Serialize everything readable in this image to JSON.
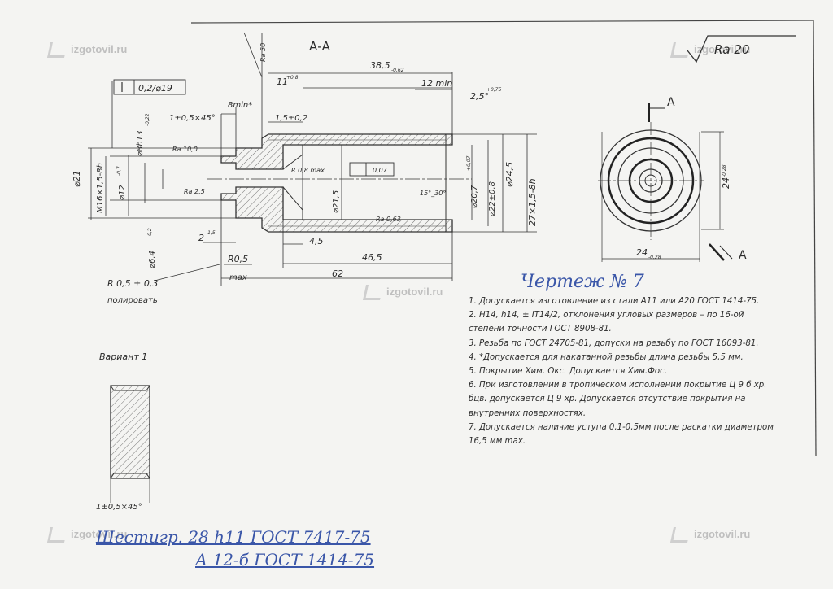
{
  "watermark": "izgotovil.ru",
  "section_label": "А-А",
  "roughness_label": "Ra 20",
  "view_arrow_label": "А",
  "dimensions": {
    "ra50": "Ra 50",
    "d38": "38,5",
    "d38_tol": "-0,62",
    "d11": "11",
    "d11_tol": "+0,8",
    "d12min": "12 min",
    "d25deg": "2,5°",
    "d25deg_tol": "+0,75",
    "tol_frame": "0,2/⌀19",
    "d8min": "8min*",
    "chamfer": "1±0,5×45°",
    "d15": "1,5±0,2",
    "phi8h13": "⌀8h13",
    "phi8h13_tol": "-0,22",
    "ra10": "Ra 10,0",
    "phi21": "⌀21",
    "m16": "M16×1,5-8h",
    "phi12": "⌀12",
    "phi12_tol": "-0,7",
    "ra25": "Ra 2,5",
    "r08": "R 0,8 max",
    "flat_frame": "0,07",
    "phi215": "⌀21,5",
    "angle": "15°_30°",
    "ra063": "Ra 0,63",
    "phi207": "⌀20,7",
    "phi207_tol": "+0,07",
    "phi22": "⌀22±0,8",
    "phi245": "⌀24,5",
    "m27": "27×1,5-8h",
    "phi64": "⌀6,4",
    "phi64_tol": "-0,2",
    "d2": "2",
    "d2_tol": "-1,5",
    "d45": "4,5",
    "d465": "46,5",
    "r05": "R0,5",
    "max": "max",
    "d62": "62",
    "r05pm": "R 0,5 ± 0,3",
    "polish": "полировать",
    "side24": "24",
    "side24_tol": "-0,28",
    "bottom24": "24",
    "bottom24_tol": "-0,28"
  },
  "variant_label": "Вариант 1",
  "variant_chamfer": "1±0,5×45°",
  "handwritten_title": "Чертеж № 7",
  "notes": [
    "1. Допускается изготовление из стали А11 или А20 ГОСТ 1414-75.",
    "2. Н14, h14, ± IT14/2, отклонения угловых размеров – по 16-ой",
    "степени точности ГОСТ 8908-81.",
    "3. Резьба по ГОСТ 24705-81, допуски на резьбу по ГОСТ 16093-81.",
    "4. *Допускается для накатанной резьбы длина резьбы 5,5 мм.",
    "5. Покрытие Хим. Окс. Допускается Хим.Фос.",
    "6. При изготовлении в тропическом исполнении покрытие Ц 9 б хр.",
    "бцв. допускается Ц 9 хр. Допускается отсутствие покрытия на",
    "внутренних поверхностях.",
    "7. Допускается наличие уступа 0,1-0,5мм после раскатки диаметром",
    "16,5 мм max."
  ],
  "material_line1": "Шестигр. 28 h11 ГОСТ 7417-75",
  "material_line2": "А 12-б ГОСТ 1414-75"
}
